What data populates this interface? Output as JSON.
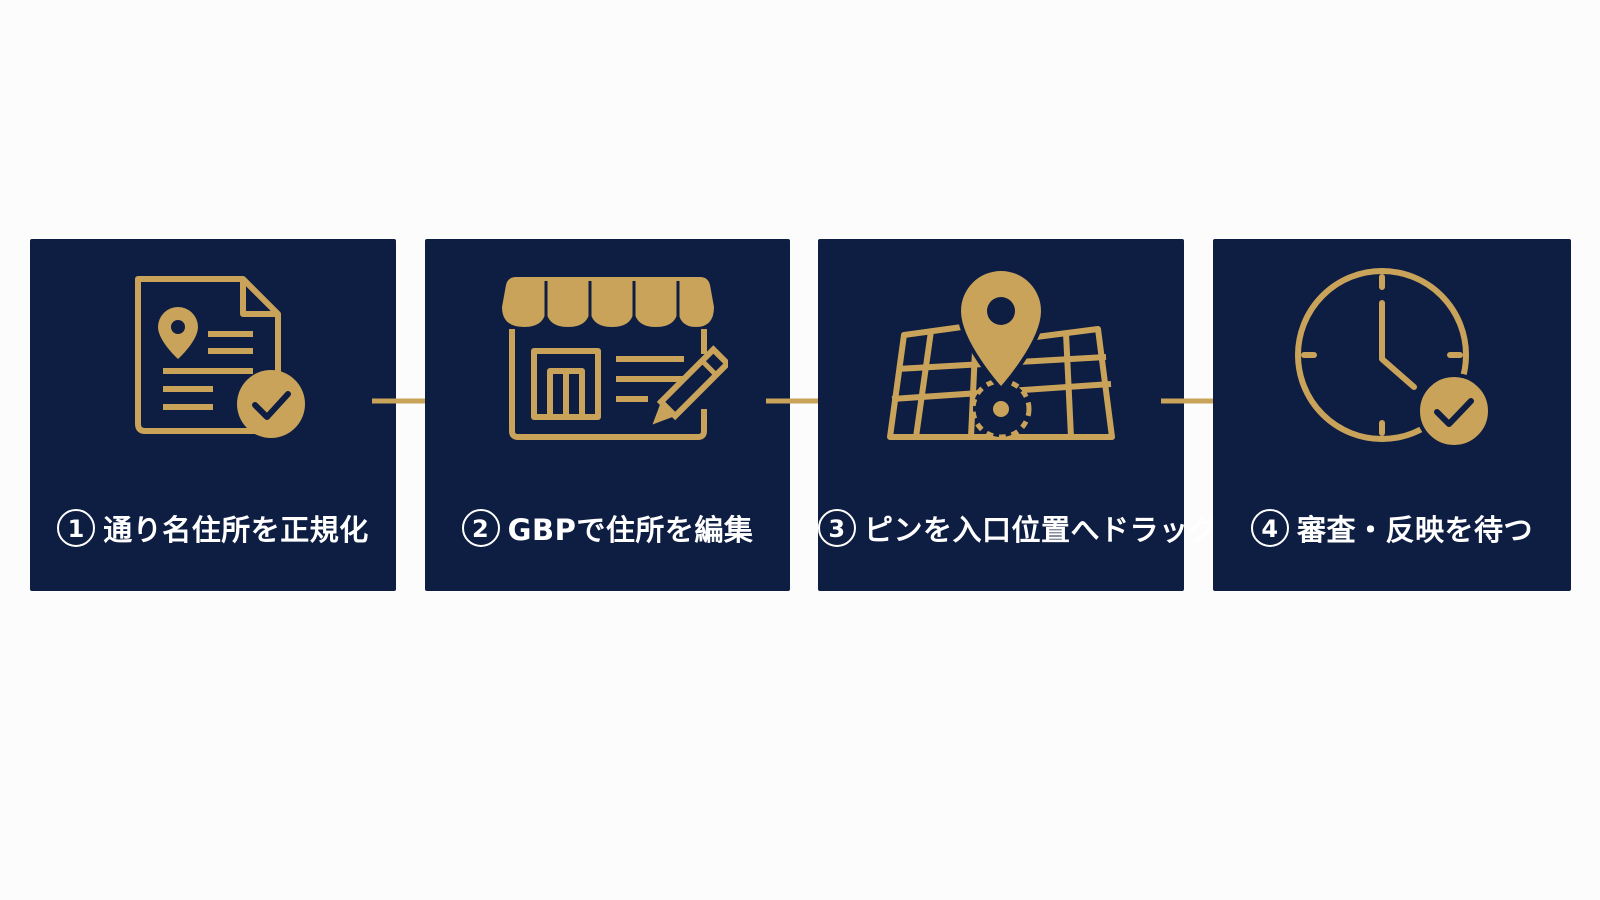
{
  "colors": {
    "background": "#fcfcfc",
    "card": "#0e1d42",
    "accent": "#c9a35a",
    "text": "#ffffff"
  },
  "steps": [
    {
      "number": "1",
      "label": "通り名住所を正規化",
      "icon": "document-location-check-icon"
    },
    {
      "number": "2",
      "label": "GBPで住所を編集",
      "icon": "storefront-edit-icon"
    },
    {
      "number": "3",
      "label": "ピンを入口位置へドラッグ",
      "icon": "map-pin-icon"
    },
    {
      "number": "4",
      "label": "審査・反映を待つ",
      "icon": "clock-check-icon"
    }
  ]
}
